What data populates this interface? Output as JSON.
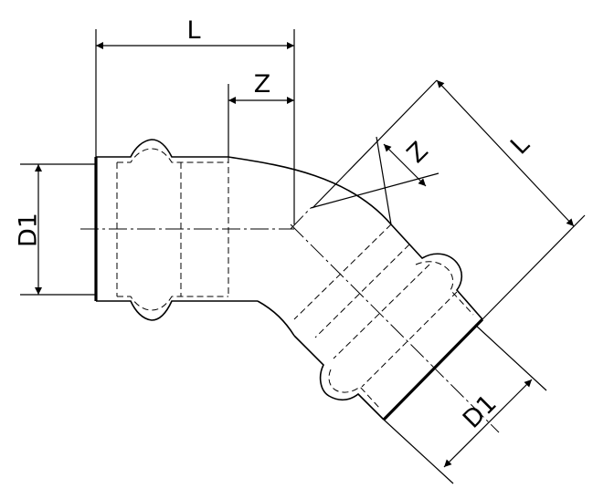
{
  "labels": {
    "length_top": "L",
    "offset_top": "Z",
    "diameter_left": "D1",
    "offset_angled": "Z",
    "length_angled": "L",
    "diameter_angled": "D1"
  }
}
